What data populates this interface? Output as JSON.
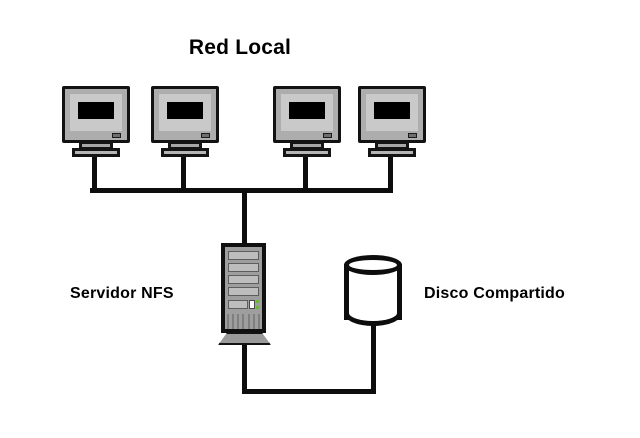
{
  "diagram": {
    "title": "Red Local",
    "labels": {
      "server": "Servidor NFS",
      "disk": "Disco Compartido"
    },
    "nodes": {
      "workstations": [
        {
          "name": "workstation-1",
          "icon": "crt-monitor-icon"
        },
        {
          "name": "workstation-2",
          "icon": "crt-monitor-icon"
        },
        {
          "name": "workstation-3",
          "icon": "crt-monitor-icon"
        },
        {
          "name": "workstation-4",
          "icon": "crt-monitor-icon"
        }
      ],
      "server": {
        "icon": "server-tower-icon",
        "bays": 4,
        "power_led": "white",
        "status_leds": "green"
      },
      "disk": {
        "icon": "cylinder-disk-icon"
      }
    },
    "colors": {
      "line": "#0d0d0d",
      "monitor_case": "#adadad",
      "monitor_screen": "#000000",
      "server_body": "#9e9e9e",
      "disk_fill": "#ffffff",
      "text": "#000000",
      "background": "#ffffff"
    }
  }
}
